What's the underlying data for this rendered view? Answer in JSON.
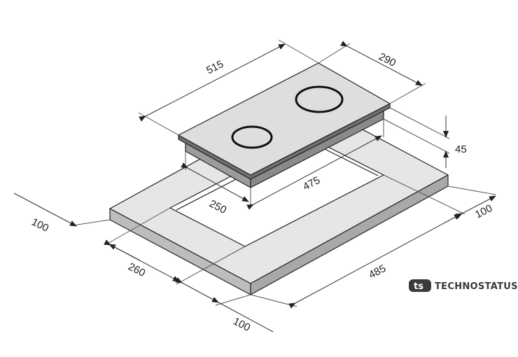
{
  "dimensions": {
    "hob_width": "515",
    "hob_depth": "290",
    "hob_height": "45",
    "cutout_width": "475",
    "cutout_depth": "250",
    "margin_right": "100",
    "margin_left": "100",
    "counter_depth": "260",
    "margin_front": "100",
    "counter_width": "485"
  },
  "brand": {
    "name": "TECHNOSTATUS",
    "logo_mark": "ts"
  },
  "colors": {
    "outline": "#222222",
    "surface": "#e6e6e6",
    "side": "#b3b3b3",
    "brand": "#3a3a3a"
  }
}
